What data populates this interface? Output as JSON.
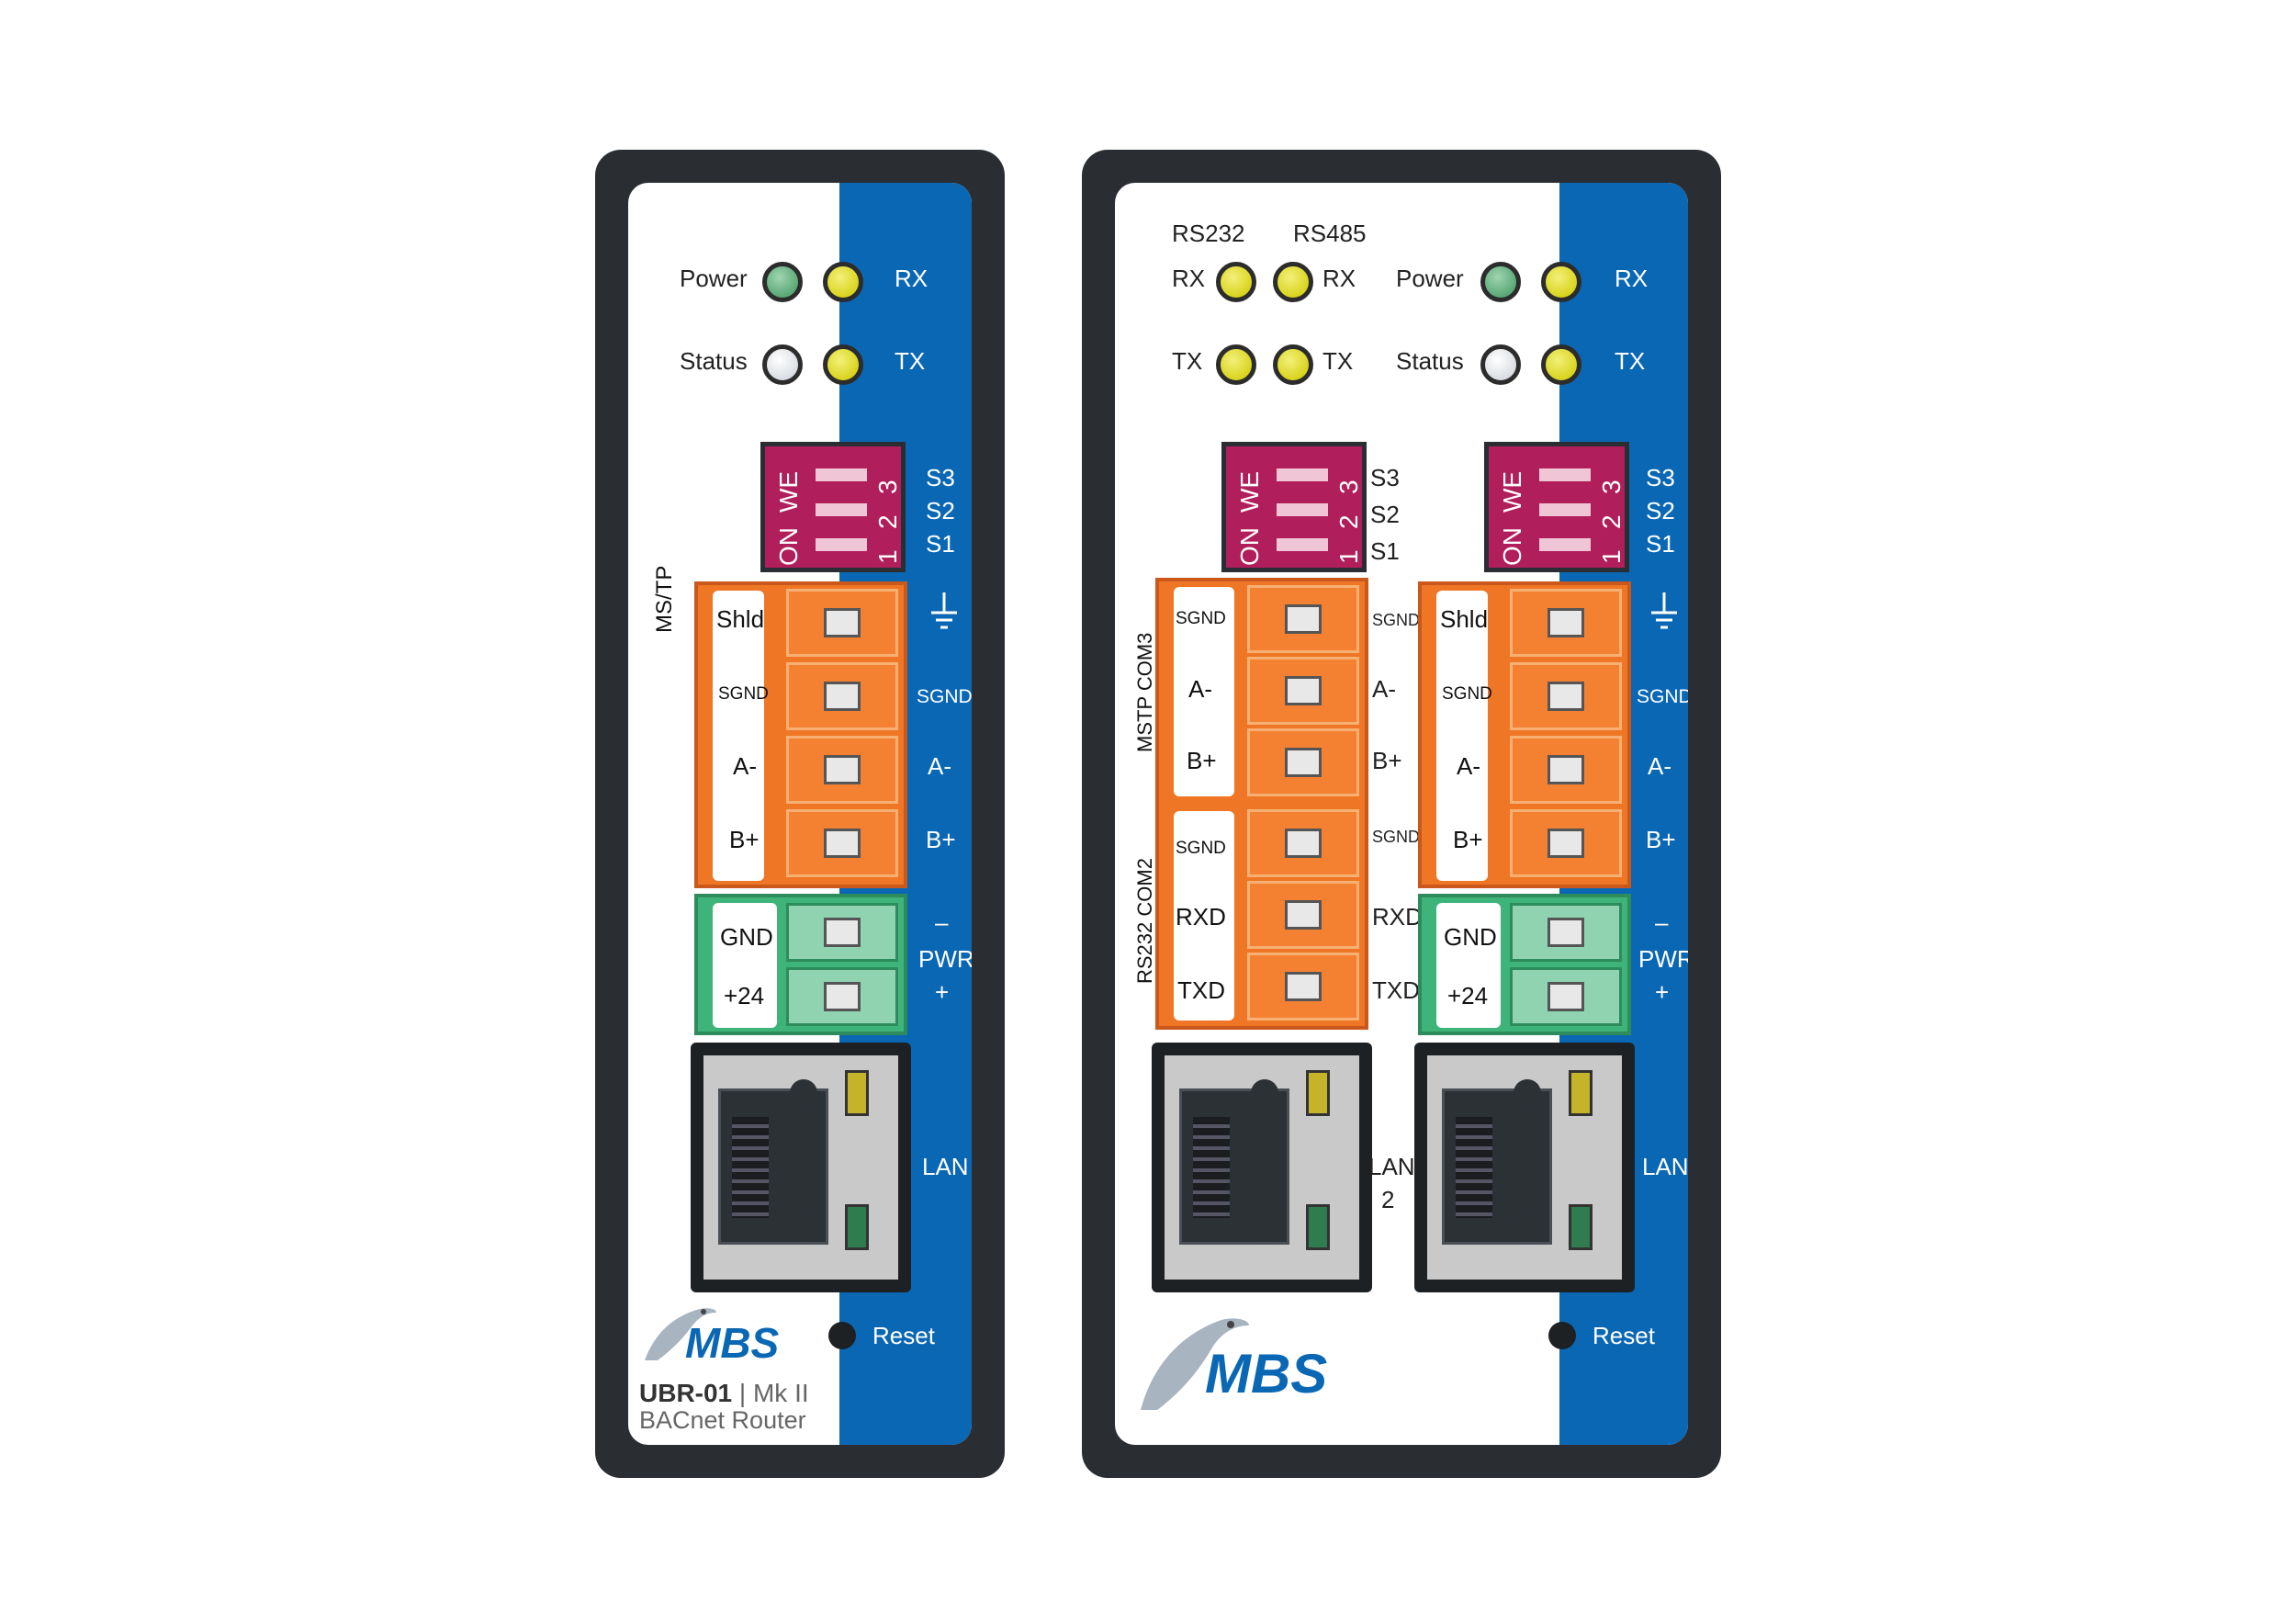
{
  "brand": "MBS",
  "colors": {
    "blue_band": "#0a67b4",
    "housing": "#2a2e33",
    "terminal_orange": "#ee7625",
    "terminal_green": "#3fb47a",
    "dip_magenta": "#b01f5b",
    "led_yellow": "#d9d41e",
    "led_green": "#5aa877"
  },
  "left": {
    "model": "UBR-01",
    "model_suffix": "| Mk II",
    "subtitle": "BACnet Router",
    "led_labels": {
      "power": "Power",
      "status": "Status",
      "rx": "RX",
      "tx": "TX"
    },
    "dip": {
      "on": "ON",
      "we": "WE",
      "n1": "1",
      "n2": "2",
      "n3": "3",
      "s3": "S3",
      "s2": "S2",
      "s1": "S1"
    },
    "port_label": "MS/TP",
    "terminals": [
      "Shld",
      "SGND",
      "A-",
      "B+"
    ],
    "right_labels": {
      "sgnd": "SGND",
      "a": "A-",
      "b": "B+"
    },
    "power": {
      "gnd": "GND",
      "v24": "+24",
      "minus": "–",
      "pwr": "PWR",
      "plus": "+"
    },
    "lan": "LAN",
    "reset": "Reset"
  },
  "right": {
    "rs232": "RS232",
    "rs485": "RS485",
    "rx": "RX",
    "tx": "TX",
    "led_labels": {
      "power": "Power",
      "status": "Status",
      "rx": "RX",
      "tx": "TX"
    },
    "dip": {
      "on": "ON",
      "we": "WE",
      "n1": "1",
      "n2": "2",
      "n3": "3",
      "s3": "S3",
      "s2": "S2",
      "s1": "S1"
    },
    "com3_label": "MSTP COM3",
    "com2_label": "RS232 COM2",
    "com3_terms": [
      "SGND",
      "A-",
      "B+"
    ],
    "com2_terms": [
      "SGND",
      "RXD",
      "TXD"
    ],
    "com3_right": [
      "SGND",
      "A-",
      "B+"
    ],
    "com2_right": [
      "SGND",
      "RXD",
      "TXD"
    ],
    "terminals": [
      "Shld",
      "SGND",
      "A-",
      "B+"
    ],
    "right_labels": {
      "sgnd": "SGND",
      "a": "A-",
      "b": "B+"
    },
    "power": {
      "gnd": "GND",
      "v24": "+24",
      "minus": "–",
      "pwr": "PWR",
      "plus": "+"
    },
    "lan2_a": "LAN",
    "lan2_b": "2",
    "lan": "LAN",
    "reset": "Reset"
  }
}
